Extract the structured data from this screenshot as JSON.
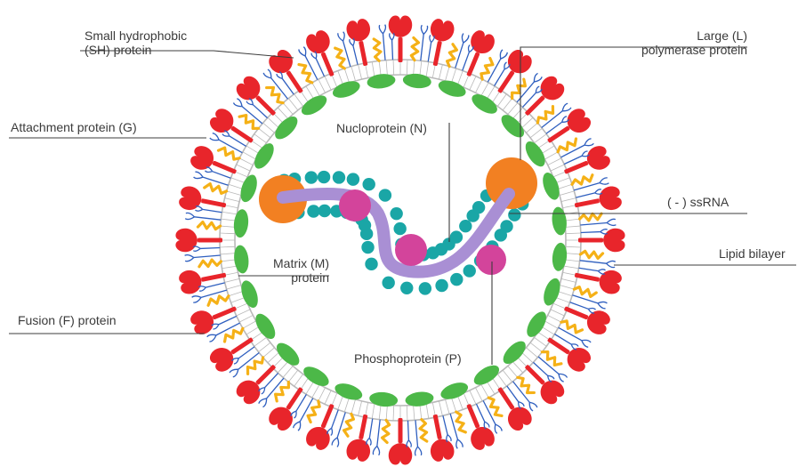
{
  "labels": {
    "sh_protein": [
      "Small hydrophobic",
      "(SH) protein"
    ],
    "attachment": "Attachment protein (G)",
    "fusion": "Fusion (F) protein",
    "matrix": [
      "Matrix (M)",
      "protein"
    ],
    "nucleoprotein": "Nucloprotein (N)",
    "phosphoprotein": "Phosphoprotein (P)",
    "large": [
      "Large (L)",
      "polymerase protein"
    ],
    "ssrna": "( - ) ssRNA",
    "lipid": "Lipid bilayer"
  },
  "colors": {
    "fusion_protein": "#e8252b",
    "attachment_protein": "#f5b117",
    "glycan_branch": "#2f5fbf",
    "matrix_protein": "#4cb848",
    "membrane": "#b9b9b9",
    "nucleoprotein": "#1aa6a6",
    "rna": "#a98fd4",
    "polymerase": "#f28022",
    "phosphoprotein": "#d3449b",
    "leader_line": "#3c3c3c"
  },
  "icons": {
    "fusion": "red-lollipop-icon",
    "attachment": "yellow-zigzag-icon",
    "matrix": "green-oval-icon",
    "branch": "blue-fork-icon"
  }
}
